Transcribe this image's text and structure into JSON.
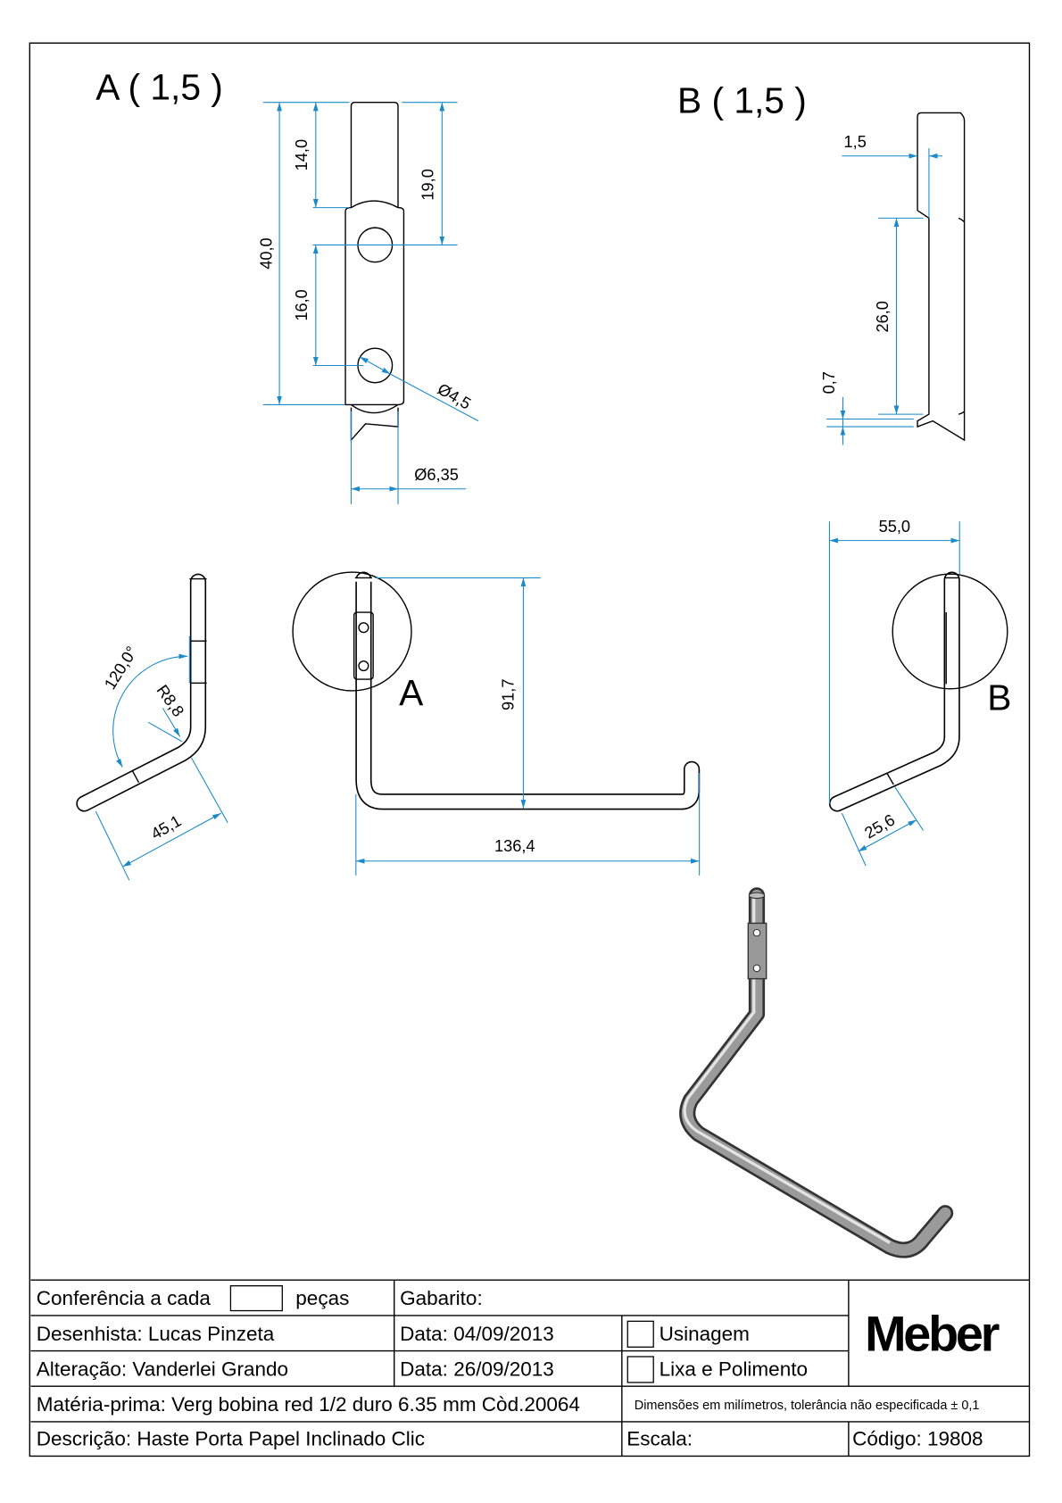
{
  "views": {
    "detail_a_label": "A ( 1,5 )",
    "detail_b_label": "B ( 1,5 )",
    "callout_a": "A",
    "callout_b": "B"
  },
  "dimensions": {
    "a_total": "40,0",
    "a_top": "14,0",
    "a_holes": "16,0",
    "a_hole_pos": "19,0",
    "a_hole_dia": "Ø4,5",
    "a_rod_dia": "Ø6,35",
    "b_flat_depth": "1,5",
    "b_flat_len": "26,0",
    "b_offset": "0,7",
    "side_angle": "120,0°",
    "side_radius": "R8,8",
    "side_length": "45,1",
    "front_height": "91,7",
    "front_width": "136,4",
    "right_width": "55,0",
    "right_length": "25,6"
  },
  "title_block": {
    "conferencia": "Conferência a cada",
    "pecas": "peças",
    "gabarito": "Gabarito:",
    "desenhista_label": "Desenhista:",
    "desenhista": "Lucas Pinzeta",
    "data_label_1": "Data:",
    "data_1": "04/09/2013",
    "usinagem": "Usinagem",
    "alteracao_label": "Alteração:",
    "alteracao": "Vanderlei Grando",
    "data_label_2": "Data:",
    "data_2": "26/09/2013",
    "lixa": "Lixa e Polimento",
    "materia_label": "Matéria-prima:",
    "materia": "Verg bobina red 1/2 duro 6.35 mm Còd.20064",
    "nota": "Dimensões em milímetros, tolerância não especificada ± 0,1",
    "descricao_label": "Descrição:",
    "descricao": "Haste Porta Papel Inclinado Clic",
    "escala_label": "Escala:",
    "codigo_label": "Código:",
    "codigo": "19808",
    "logo": "Meber"
  },
  "colors": {
    "dimension": "#1a8ac8",
    "line": "#000000"
  }
}
